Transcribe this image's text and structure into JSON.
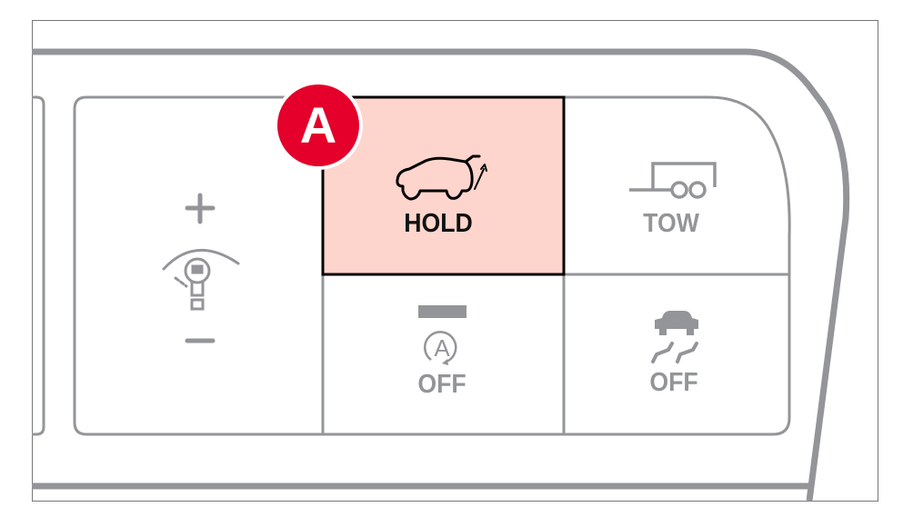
{
  "callout": {
    "label": "A"
  },
  "buttons": {
    "hold": {
      "label": "HOLD",
      "icon": "car-tailgate-icon",
      "highlight": "#fdd5cc"
    },
    "tow": {
      "label": "TOW",
      "icon": "trailer-icon"
    },
    "auto_hold_off": {
      "label": "OFF",
      "icon": "auto-stop-icon"
    },
    "traction_off": {
      "label": "OFF",
      "icon": "skid-car-icon"
    },
    "headlamp_level": {
      "plus": "+",
      "minus": "−",
      "icon": "headlamp-level-icon"
    }
  },
  "colors": {
    "badge": "#e4002b",
    "outline": "#939598",
    "highlight": "#fdd5cc"
  }
}
